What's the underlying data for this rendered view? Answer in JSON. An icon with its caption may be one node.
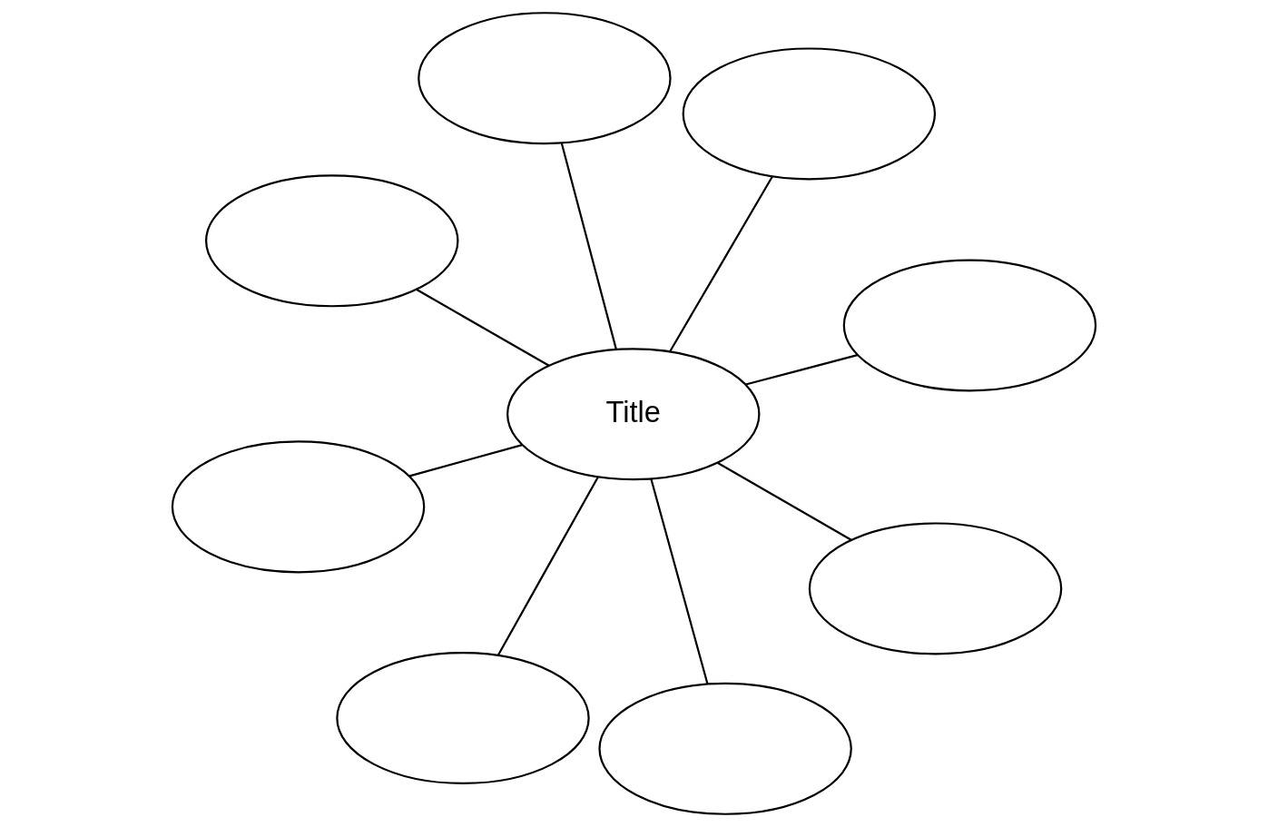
{
  "diagram": {
    "nodes": [
      {
        "text": [
          "Title"
        ]
      },
      {
        "text": [],
        "shape": "ellipse"
      },
      {
        "text": [],
        "shape": "ellipse"
      },
      {
        "text": [],
        "shape": "ellipse"
      },
      {
        "text": [],
        "shape": "ellipse"
      },
      {
        "text": [],
        "shape": "ellipse"
      },
      {
        "text": [],
        "shape": "ellipse"
      },
      {
        "text": [],
        "shape": "ellipse"
      },
      {
        "text": [],
        "shape": "ellipse"
      }
    ],
    "edges": [
      {
        "from": 0,
        "to": 1,
        "arrow": "none"
      },
      {
        "from": 0,
        "to": 2,
        "arrow": "none"
      },
      {
        "from": 0,
        "to": 3,
        "arrow": "none"
      },
      {
        "from": 0,
        "to": 4,
        "arrow": "none"
      },
      {
        "from": 0,
        "to": 5,
        "arrow": "none"
      },
      {
        "from": 0,
        "to": 6,
        "arrow": "none"
      },
      {
        "from": 0,
        "to": 7,
        "arrow": "none"
      },
      {
        "from": 0,
        "to": 8,
        "arrow": "none"
      }
    ]
  }
}
